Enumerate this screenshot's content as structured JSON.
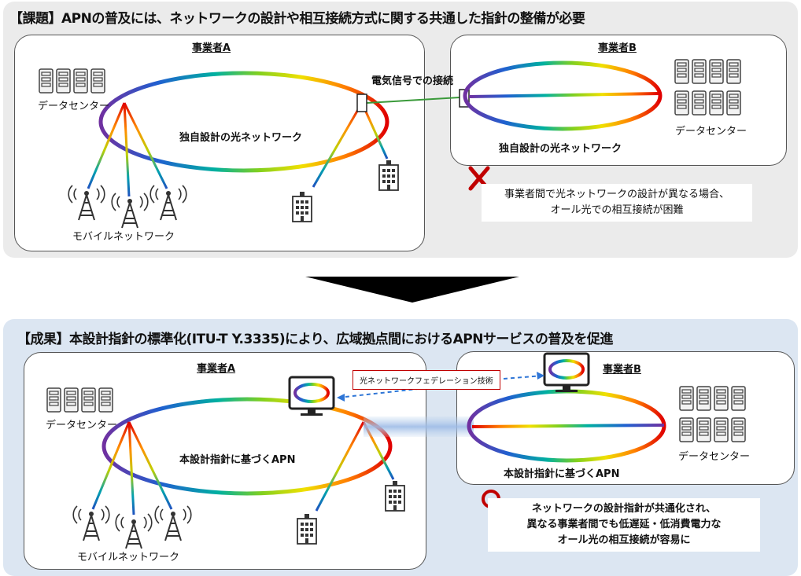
{
  "top": {
    "heading": "【課題】APNの普及には、ネットワークの設計や相互接続方式に関する共通した指針の整備が必要",
    "operator_a": "事業者A",
    "operator_b": "事業者B",
    "network_a": "独自設計の光ネットワーク",
    "network_b": "独自設計の光ネットワーク",
    "data_center_a": "データセンター",
    "data_center_b": "データセンター",
    "mobile": "モバイルネットワーク",
    "electric_link": "電気信号での接続",
    "result_mark": "✕",
    "note_lines": [
      "事業者間で光ネットワークの設計が異なる場合、",
      "オール光での相互接続が困難"
    ]
  },
  "bottom": {
    "heading": "【成果】本設計指針の標準化(ITU-T Y.3335)により、広域拠点間におけるAPNサービスの普及を促進",
    "operator_a": "事業者A",
    "operator_b": "事業者B",
    "network_a": "本設計指針に基づくAPN",
    "network_b": "本設計指針に基づくAPN",
    "data_center_a": "データセンター",
    "data_center_b": "データセンター",
    "mobile": "モバイルネットワーク",
    "federation": "光ネットワークフェデレーション技術",
    "result_mark": "○",
    "note_lines": [
      "ネットワークの設計指針が共通化され、",
      "異なる事業者間でも低遅延・低消費電力な",
      "オール光の相互接続が容易に"
    ]
  },
  "colors": {
    "top_panel": "#ebebeb",
    "bottom_panel": "#dce6f2",
    "cross": "#c00000",
    "circle": "#c00000",
    "arrow": "#000000",
    "link": "#3a9a3a"
  },
  "icons": [
    "server-rack-icon",
    "cell-tower-icon",
    "building-icon",
    "monitor-icon"
  ]
}
